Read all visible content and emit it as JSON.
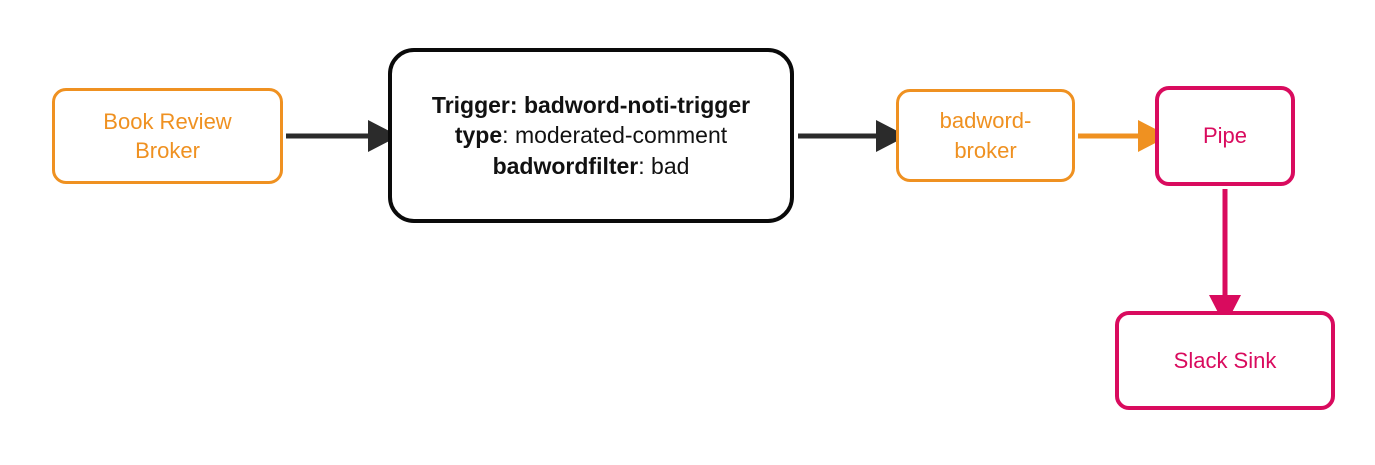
{
  "diagram": {
    "type": "flow",
    "background": "#ffffff",
    "colors": {
      "orange": "#ef9121",
      "pink": "#d90b5e",
      "dark": "#2b2b2b",
      "black": "#0a0a0a"
    },
    "nodes": [
      {
        "id": "book-review-broker",
        "label": "Book Review Broker",
        "line1": "Book Review",
        "line2": "Broker",
        "style": "orange"
      },
      {
        "id": "trigger",
        "style": "black",
        "lines": [
          {
            "key": "Trigger:",
            "value": "badword-noti-trigger",
            "all_bold": true
          },
          {
            "key": "type",
            "value": "moderated-comment",
            "all_bold": false
          },
          {
            "key": "badwordfilter",
            "value": "bad",
            "all_bold": false
          }
        ]
      },
      {
        "id": "badword-broker",
        "label": "badword-broker",
        "line1": "badword-",
        "line2": "broker",
        "style": "orange"
      },
      {
        "id": "pipe",
        "label": "Pipe",
        "style": "pink"
      },
      {
        "id": "slack-sink",
        "label": "Slack Sink",
        "style": "pink"
      }
    ],
    "edges": [
      {
        "id": "edge-broker-to-trigger",
        "from": "book-review-broker",
        "to": "trigger",
        "color": "#2b2b2b",
        "direction": "right"
      },
      {
        "id": "edge-trigger-to-badword-broker",
        "from": "trigger",
        "to": "badword-broker",
        "color": "#2b2b2b",
        "direction": "right"
      },
      {
        "id": "edge-badword-broker-to-pipe",
        "from": "badword-broker",
        "to": "pipe",
        "color": "#ef9121",
        "direction": "right"
      },
      {
        "id": "edge-pipe-to-slack-sink",
        "from": "pipe",
        "to": "slack-sink",
        "color": "#d90b5e",
        "direction": "down"
      }
    ]
  }
}
